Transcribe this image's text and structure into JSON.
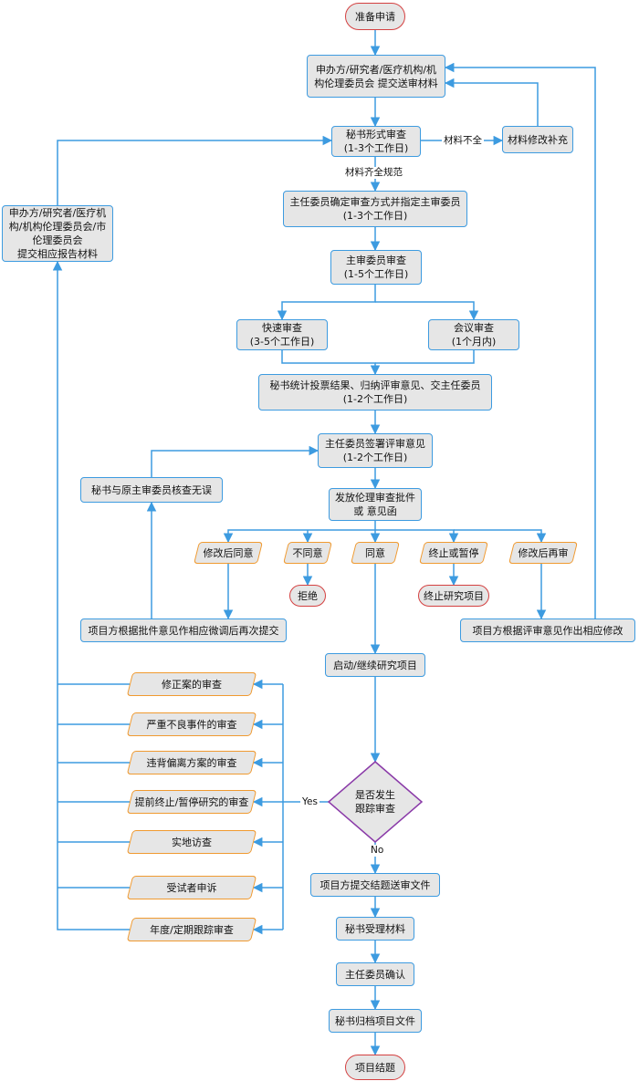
{
  "nodes": {
    "start": "准备申请",
    "submit": "申办方/研究者/医疗机构/机\n构伦理委员会 提交送审材料",
    "formal_review": "秘书形式审查\n(1-3个工作日)",
    "material_fix": "材料修改补充",
    "assign": "主任委员确定审查方式并指定主审委员\n(1-3个工作日)",
    "primary_review": "主审委员审查\n(1-5个工作日)",
    "fast_review": "快速审查\n(3-5个工作日)",
    "meeting_review": "会议审查\n(1个月内)",
    "vote_stats": "秘书统计投票结果、归纳评审意见、交主任委员\n(1-2个工作日)",
    "sign": "主任委员签署评审意见\n(1-2个工作日)",
    "issue": "发放伦理审查批件\n或 意见函",
    "verify": "秘书与原主审委员核查无误",
    "left_submit": "申办方/研究者/医疗机\n构/机构伦理委员会/市\n伦理委员会\n提交相应报告材料",
    "opt_modify_agree": "修改后同意",
    "opt_disagree": "不同意",
    "opt_agree": "同意",
    "opt_terminate": "终止或暂停",
    "opt_modify_review": "修改后再审",
    "reject": "拒绝",
    "terminate_project": "终止研究项目",
    "adjust_resubmit": "项目方根据批件意见作相应微调后再次提交",
    "modify_per_review": "项目方根据评审意见作出相应修改",
    "start_project": "启动/继续研究项目",
    "track_decision": "是否发生\n跟踪审查",
    "track_1": "修正案的审查",
    "track_2": "严重不良事件的审查",
    "track_3": "违背偏离方案的审查",
    "track_4": "提前终止/暂停研究的审查",
    "track_5": "实地访查",
    "track_6": "受试者申诉",
    "track_7": "年度/定期跟踪审查",
    "submit_final": "项目方提交结题送审文件",
    "sec_accept": "秘书受理材料",
    "director_confirm": "主任委员确认",
    "archive": "秘书归档项目文件",
    "end": "项目结题"
  },
  "edge_labels": {
    "incomplete": "材料不全",
    "complete": "材料齐全规范",
    "yes": "Yes",
    "no": "No"
  },
  "colors": {
    "line": "#3d9be0",
    "fill": "#e6e6e6",
    "terminal_border": "#d44040",
    "parallelogram_border": "#f09a30",
    "decision_border": "#8a3aa8"
  }
}
